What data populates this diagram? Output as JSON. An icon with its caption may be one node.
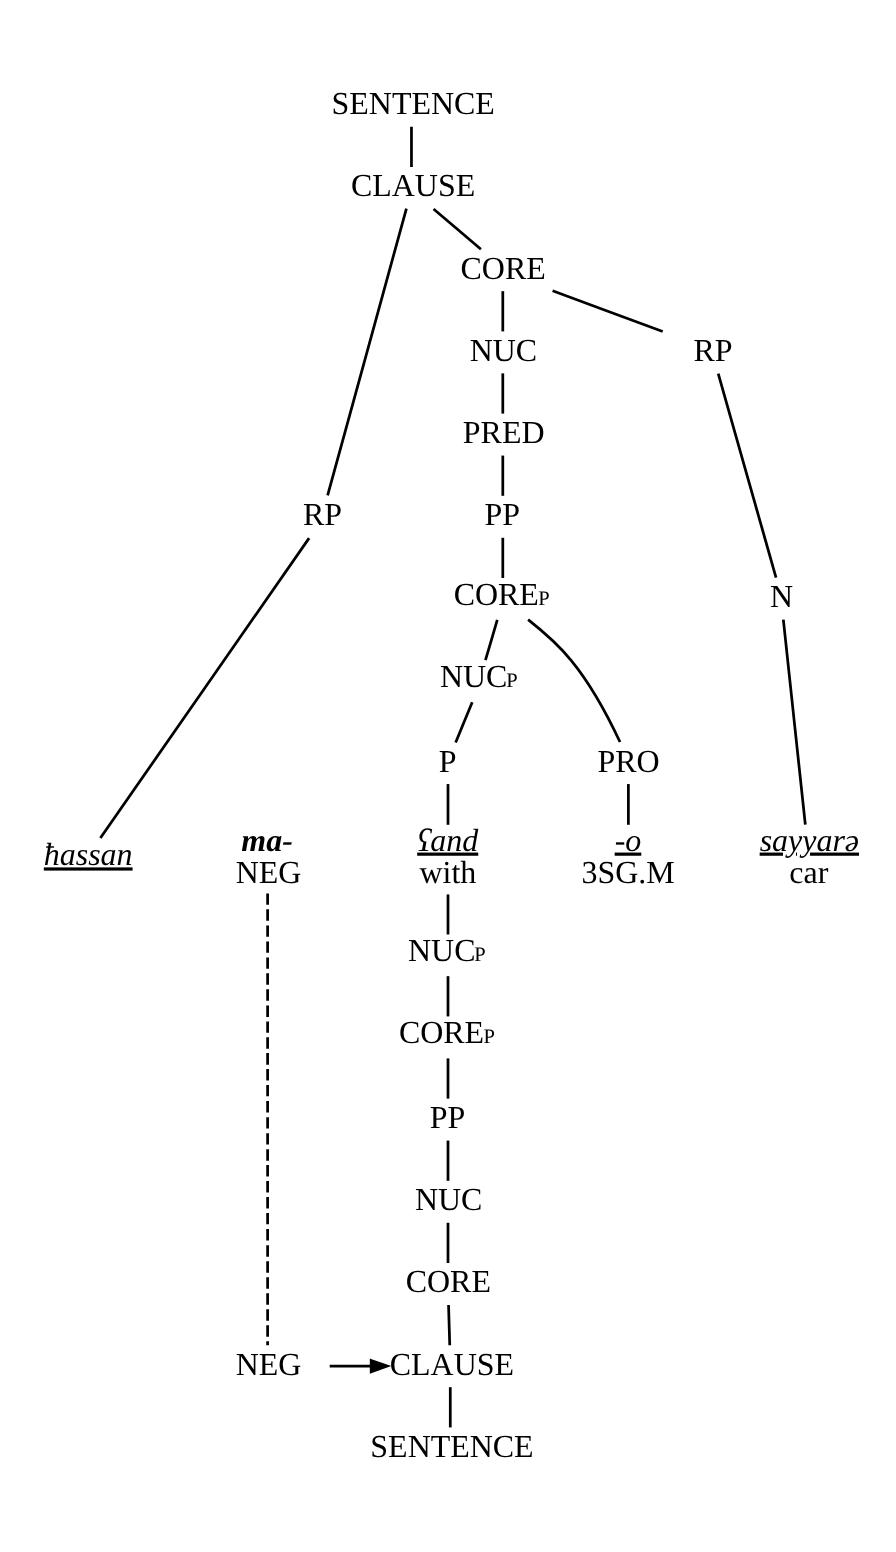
{
  "diagram": {
    "nodes": [
      {
        "text": [
          "SENTENCE"
        ]
      },
      {
        "text": [
          "CLAUSE"
        ]
      },
      {
        "text": [
          "RP"
        ]
      },
      {
        "text": [
          "CORE"
        ]
      },
      {
        "text": [
          "NUC"
        ]
      },
      {
        "text": [
          "RP"
        ]
      },
      {
        "text": [
          "PRED"
        ]
      },
      {
        "text": [
          "PP"
        ]
      },
      {
        "text": [
          "CORE$_{P}$"
        ]
      },
      {
        "text": [
          "NUC$_{P}$"
        ]
      },
      {
        "text": [
          "PRO"
        ]
      },
      {
        "text": [
          "P"
        ]
      },
      {
        "text": [
          "N"
        ]
      },
      {
        "text": [
          "ħassan"
        ]
      },
      {
        "text": [
          "ma-",
          "NEG"
        ]
      },
      {
        "text": [
          "ʕand",
          "with"
        ]
      },
      {
        "text": [
          "-o",
          "3SG.M"
        ]
      },
      {
        "text": [
          "sayyarə",
          "car"
        ]
      },
      {
        "text": [
          "NUC$_{P}$"
        ]
      },
      {
        "text": [
          "CORE$_{P}$"
        ]
      },
      {
        "text": [
          "PP"
        ]
      },
      {
        "text": [
          "NUC"
        ]
      },
      {
        "text": [
          "CORE"
        ]
      },
      {
        "text": [
          "NEG"
        ]
      },
      {
        "text": [
          "CLAUSE"
        ]
      },
      {
        "text": [
          "SENTENCE"
        ]
      }
    ],
    "edges": [
      {
        "from": 0,
        "to": 1,
        "arrow": "none"
      },
      {
        "from": 1,
        "to": 2,
        "arrow": "none"
      },
      {
        "from": 1,
        "to": 3,
        "arrow": "none"
      },
      {
        "from": 3,
        "to": 4,
        "arrow": "none"
      },
      {
        "from": 3,
        "to": 5,
        "arrow": "none"
      },
      {
        "from": 4,
        "to": 6,
        "arrow": "none"
      },
      {
        "from": 6,
        "to": 7,
        "arrow": "none"
      },
      {
        "from": 7,
        "to": 8,
        "arrow": "none"
      },
      {
        "from": 8,
        "to": 9,
        "arrow": "none"
      },
      {
        "from": 8,
        "to": 10,
        "arrow": "none"
      },
      {
        "from": 9,
        "to": 11,
        "arrow": "none"
      },
      {
        "from": 5,
        "to": 12,
        "arrow": "none"
      },
      {
        "from": 2,
        "to": 13,
        "arrow": "none"
      },
      {
        "from": 11,
        "to": 15,
        "arrow": "none"
      },
      {
        "from": 10,
        "to": 16,
        "arrow": "none"
      },
      {
        "from": 12,
        "to": 17,
        "arrow": "none"
      },
      {
        "from": 15,
        "to": 18,
        "arrow": "none"
      },
      {
        "from": 18,
        "to": 19,
        "arrow": "none"
      },
      {
        "from": 19,
        "to": 20,
        "arrow": "none"
      },
      {
        "from": 20,
        "to": 21,
        "arrow": "none"
      },
      {
        "from": 21,
        "to": 22,
        "arrow": "none"
      },
      {
        "from": 22,
        "to": 24,
        "arrow": "none"
      },
      {
        "from": 24,
        "to": 25,
        "arrow": "none"
      },
      {
        "from": 14,
        "to": 23,
        "arrow": "none",
        "style": "dashed"
      },
      {
        "from": 23,
        "to": 24,
        "arrow": "to"
      }
    ]
  }
}
